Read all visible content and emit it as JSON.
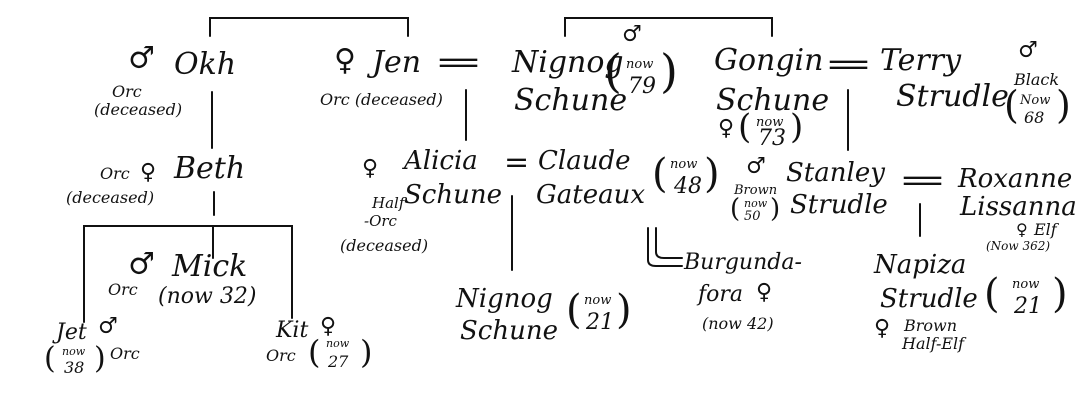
{
  "colors": {
    "ink": "#111111",
    "paper": "#ffffff"
  },
  "symbols": {
    "male": "♂",
    "female": "♀",
    "married": "="
  },
  "people": {
    "okh": {
      "name": "Okh",
      "race": "Orc",
      "status": "(deceased)"
    },
    "jen": {
      "name": "Jen",
      "detail": "Orc (deceased)"
    },
    "nignog1": {
      "first": "Nignog",
      "last": "Schune",
      "age_label": "now",
      "age": "79"
    },
    "gongin": {
      "first": "Gongin",
      "last": "Schune",
      "age_label": "now",
      "age": "73"
    },
    "terry": {
      "first": "Terry",
      "last": "Strudle",
      "race": "Black",
      "age_label": "Now",
      "age": "68"
    },
    "beth": {
      "name": "Beth",
      "race": "Orc",
      "status": "(deceased)"
    },
    "alicia": {
      "first": "Alicia",
      "last": "Schune",
      "race_line1": "Half",
      "race_line2": "-Orc",
      "status": "(deceased)"
    },
    "claude": {
      "first": "Claude",
      "last": "Gateaux",
      "age_label": "now",
      "age": "48"
    },
    "stanley": {
      "first": "Stanley",
      "last": "Strudle",
      "race": "Brown",
      "age_label": "now",
      "age": "50"
    },
    "roxanne": {
      "first": "Roxanne",
      "last": "Lissanna",
      "race": "Elf",
      "age_note": "(Now 362)"
    },
    "mick": {
      "name": "Mick",
      "race": "Orc",
      "age_note": "(now 32)"
    },
    "jet": {
      "name": "Jet",
      "race": "Orc",
      "age_label": "now",
      "age": "38"
    },
    "kit": {
      "name": "Kit",
      "race": "Orc",
      "age_label": "now",
      "age": "27"
    },
    "nignog2": {
      "first": "Nignog",
      "last": "Schune",
      "age_label": "now",
      "age": "21"
    },
    "burgunda": {
      "first": "Burgunda-",
      "last": "fora",
      "age_note": "(now 42)"
    },
    "napiza": {
      "first": "Napiza",
      "last": "Strudle",
      "age_label": "now",
      "age": "21",
      "race": "Brown",
      "race2": "Half-Elf"
    }
  }
}
